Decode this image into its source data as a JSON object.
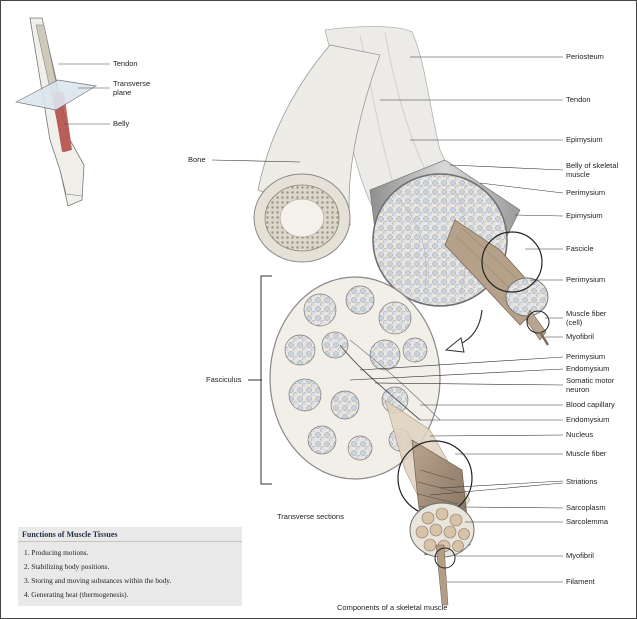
{
  "labels": {
    "arm_tendon": "Tendon",
    "arm_transverse_plane": "Transverse plane",
    "arm_belly": "Belly",
    "bone": "Bone",
    "periosteum": "Periosteum",
    "tendon": "Tendon",
    "epimysium_1": "Epimysium",
    "belly_of_skeletal_muscle": "Belly of skeletal muscle",
    "perimysium_1": "Perimysium",
    "epimysium_2": "Epimysium",
    "fascicle": "Fascicle",
    "perimysium_2": "Perimysium",
    "muscle_fiber_cell": "Muscle fiber (cell)",
    "myofibril_1": "Myofibril",
    "perimysium_3": "Perimysium",
    "endomysium_1": "Endomysium",
    "somatic_motor_neuron": "Somatic motor neuron",
    "blood_capillary": "Blood capillary",
    "endomysium_2": "Endomysium",
    "nucleus": "Nucleus",
    "muscle_fiber": "Muscle fiber",
    "striations": "Striations",
    "sarcoplasm": "Sarcoplasm",
    "sarcolemma": "Sarcolemma",
    "myofibril_2": "Myofibril",
    "filament": "Filament",
    "fasciculus": "Fasciculus"
  },
  "captions": {
    "transverse_sections": "Transverse sections",
    "components": "Components of a skeletal muscle"
  },
  "functions_box": {
    "title": "Functions of Muscle Tissues",
    "items": [
      "1. Producing motions.",
      "2. Stabilizing body positions.",
      "3. Storing and moving substances within the body.",
      "4. Generating heat (thermogenesis)."
    ]
  }
}
